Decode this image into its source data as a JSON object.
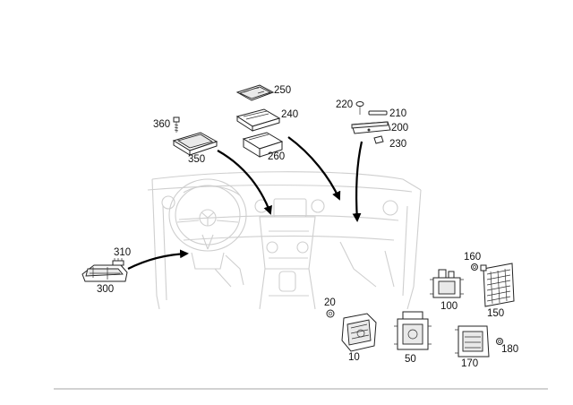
{
  "callouts": {
    "c250": "250",
    "c240": "240",
    "c260": "260",
    "c360": "360",
    "c350": "350",
    "c220": "220",
    "c210": "210",
    "c200": "200",
    "c230": "230",
    "c310": "310",
    "c300": "300",
    "c160": "160",
    "c100": "100",
    "c150": "150",
    "c20": "20",
    "c10": "10",
    "c50": "50",
    "c170": "170",
    "c180": "180"
  }
}
